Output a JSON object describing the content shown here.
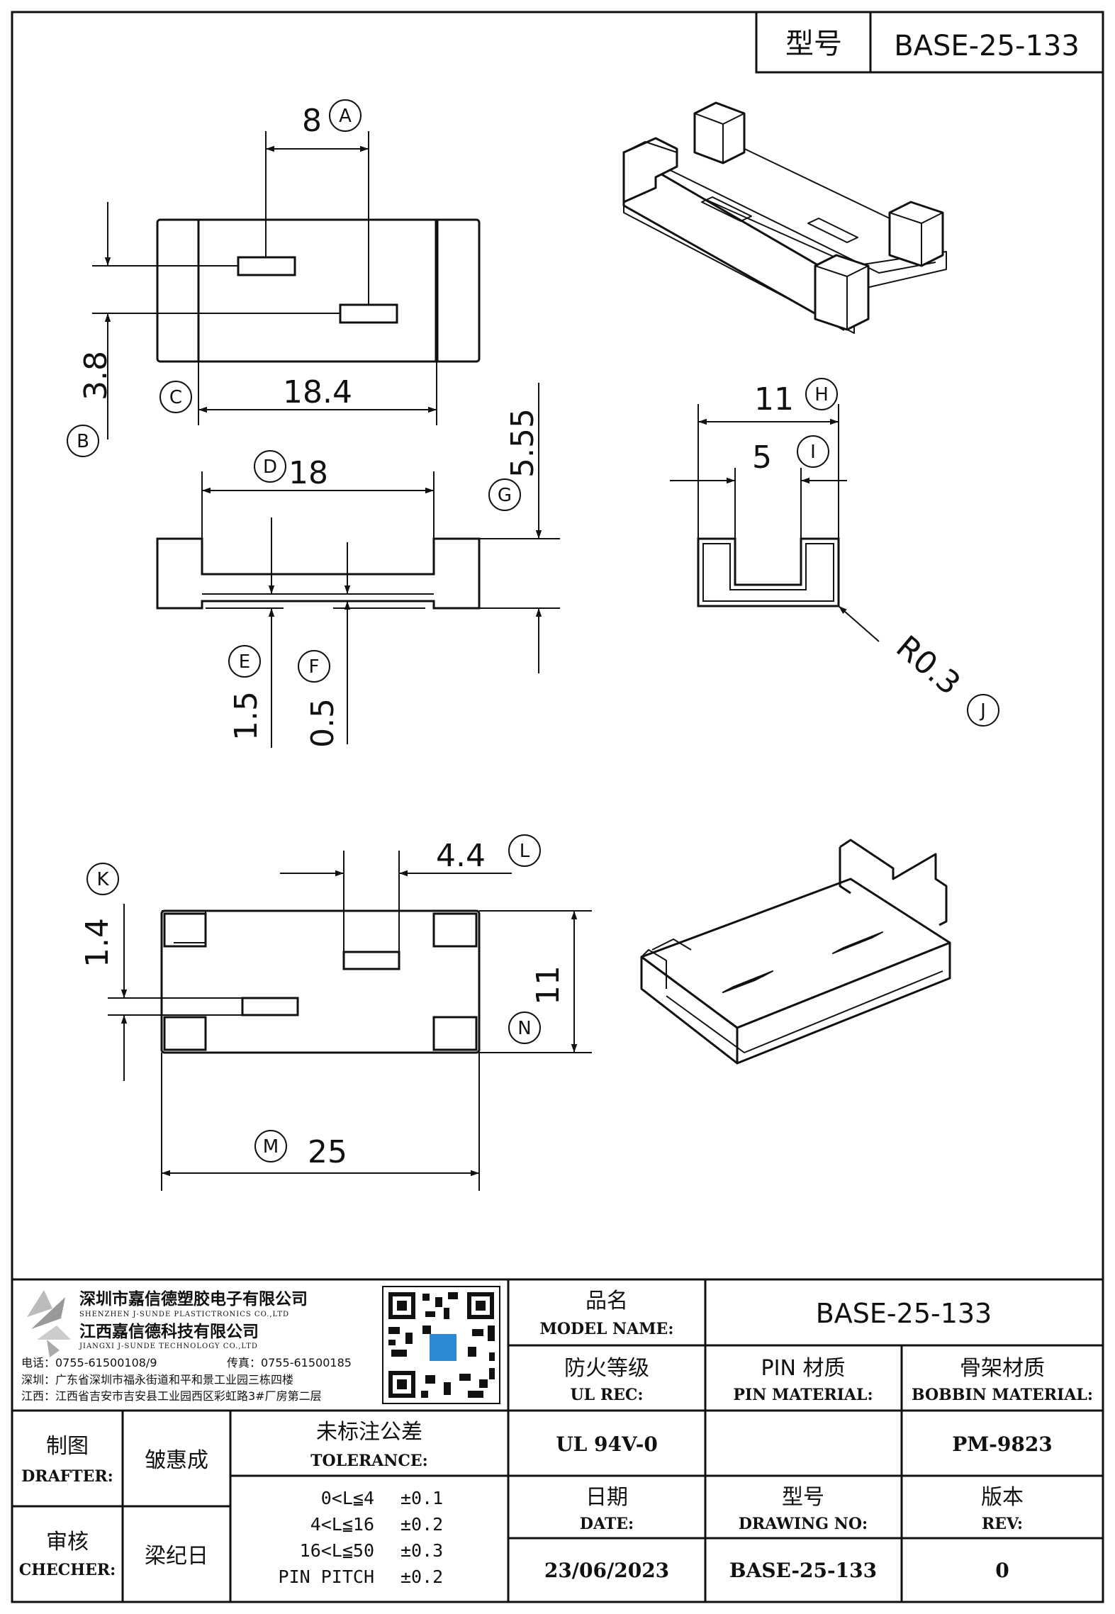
{
  "header": {
    "label": "型号",
    "model": "BASE-25-133"
  },
  "dimensions": {
    "a": "8",
    "b": "3.8",
    "c": "18.4",
    "d": "18",
    "e": "1.5",
    "f": "0.5",
    "g": "5.55",
    "h": "11",
    "i": "5",
    "j": "R0.3",
    "k": "1.4",
    "l": "4.4",
    "m": "25",
    "n": "11"
  },
  "markers": {
    "a": "A",
    "b": "B",
    "c": "C",
    "d": "D",
    "e": "E",
    "f": "F",
    "g": "G",
    "h": "H",
    "i": "I",
    "j": "J",
    "k": "K",
    "l": "L",
    "m": "M",
    "n": "N"
  },
  "company": {
    "name_cn_1": "深圳市嘉信德塑胶电子有限公司",
    "name_en_1": "SHENZHEN J-SUNDE PLASTICTRONICS CO.,LTD",
    "name_cn_2": "江西嘉信德科技有限公司",
    "name_en_2": "JIANGXI J-SUNDE TECHNOLOGY CO.,LTD",
    "tel": "电话：0755-61500108/9",
    "fax": "传真：0755-61500185",
    "addr_sz": "深圳：广东省深圳市福永街道和平和景工业园三栋四楼",
    "addr_jx": "江西：江西省吉安市吉安县工业园西区彩虹路3#厂房第二层"
  },
  "title_block": {
    "model_name_cn": "品名",
    "model_name_en": "MODEL NAME:",
    "model_name_value": "BASE-25-133",
    "ul_cn": "防火等级",
    "ul_en": "UL REC:",
    "pin_cn": "PIN 材质",
    "pin_en": "PIN MATERIAL:",
    "bobbin_cn": "骨架材质",
    "bobbin_en": "BOBBIN MATERIAL:",
    "ul_value": "UL 94V-0",
    "pin_value": "",
    "bobbin_value": "PM-9823",
    "drafter_cn": "制图",
    "drafter_en": "DRAFTER:",
    "drafter_name": "皱惠成",
    "checker_cn": "审核",
    "checker_en": "CHECHER:",
    "checker_name": "梁纪日",
    "tolerance_cn": "未标注公差",
    "tolerance_en": "TOLERANCE:",
    "tolerance_rows": [
      {
        "range": "0<L≦4",
        "value": "±0.1"
      },
      {
        "range": "4<L≦16",
        "value": "±0.2"
      },
      {
        "range": "16<L≦50",
        "value": "±0.3"
      },
      {
        "range": "PIN PITCH",
        "value": "±0.2"
      }
    ],
    "date_cn": "日期",
    "date_en": "DATE:",
    "date_value": "23/06/2023",
    "drawing_cn": "型号",
    "drawing_en": "DRAWING NO:",
    "drawing_value": "BASE-25-133",
    "rev_cn": "版本",
    "rev_en": "REV:",
    "rev_value": "0"
  }
}
